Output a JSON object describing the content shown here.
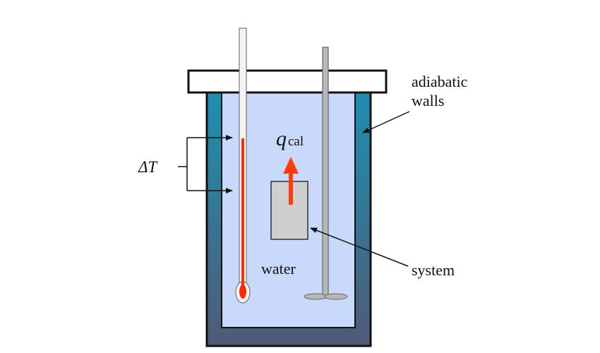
{
  "labels": {
    "delta_t": "ΔT",
    "q": "q",
    "q_sub": "cal",
    "adiabatic_line1": "adiabatic",
    "adiabatic_line2": "walls",
    "water": "water",
    "system": "system"
  },
  "colors": {
    "wall_top": "#1e8fb0",
    "wall_bottom": "#505a76",
    "water": "#c9d9fb",
    "lid": "#ffffff",
    "mercury": "#ff2a0a",
    "arrow": "#ff3b0c",
    "system_block": "#cfcfcf",
    "stirrer": "#b8b8b8",
    "outline": "#111111"
  },
  "icons": {
    "thermometer": "thermometer-icon",
    "stirrer": "stirrer-icon",
    "heat_arrow": "heat-flow-arrow-icon"
  }
}
